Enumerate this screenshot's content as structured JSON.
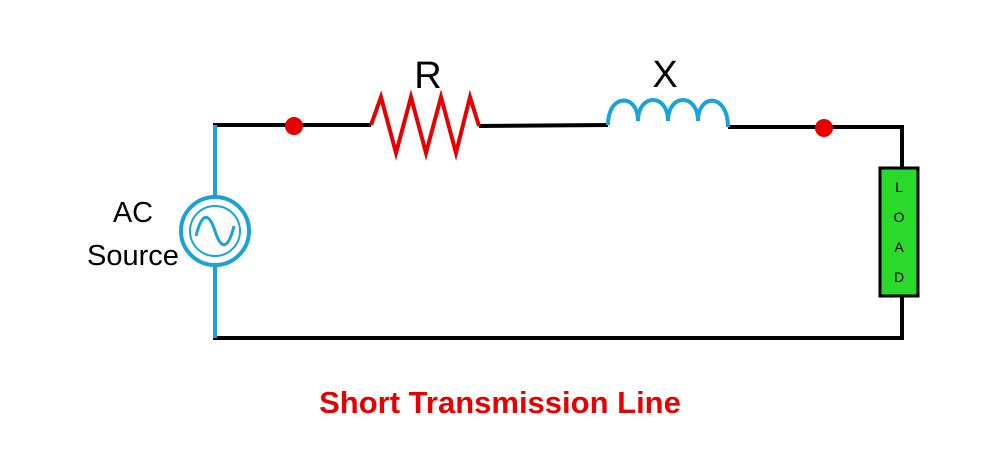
{
  "diagram": {
    "resistor_label": "R",
    "reactance_label": "X",
    "source_label_line1": "AC",
    "source_label_line2": "Source",
    "load_letters": [
      "L",
      "O",
      "A",
      "D"
    ],
    "caption": "Short Transmission Line"
  },
  "colors": {
    "wire": "#000000",
    "source": "#1aa3d9",
    "resistor": "#e60000",
    "inductor": "#1aa3d9",
    "node": "#e60000",
    "load_fill": "#2bd92b",
    "load_border": "#000000",
    "caption": "#e60000"
  }
}
